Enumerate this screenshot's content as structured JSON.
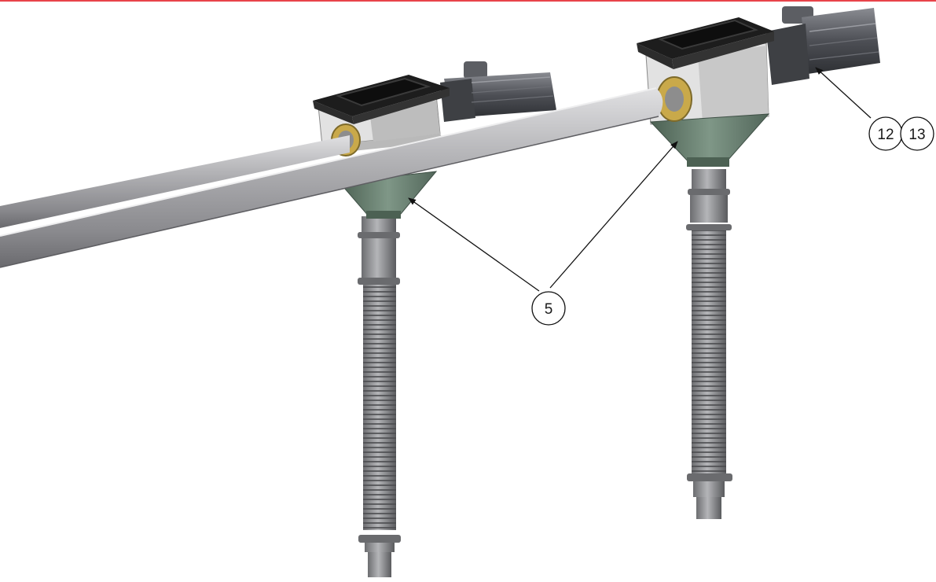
{
  "colors": {
    "top_rule": "#e8434a",
    "pipe": "#a9a9ac",
    "pipe_highlight": "#d4d4d6",
    "pipe_shadow": "#6e6e72",
    "hopper_green": "#5f7566",
    "hopper_green_light": "#8aa392",
    "housing": "#d9d9d9",
    "housing_dark": "#a8a8a8",
    "lid": "#1f1f1f",
    "motor": "#4d4f55",
    "hose": "#8c8d90",
    "hose_dark": "#5a5b5e",
    "bearing": "#c9a94a",
    "leader": "#111111"
  },
  "callouts": {
    "c5": "5",
    "c12": "12",
    "c13": "13"
  },
  "icons": {
    "arrowhead": "arrowhead-icon"
  }
}
